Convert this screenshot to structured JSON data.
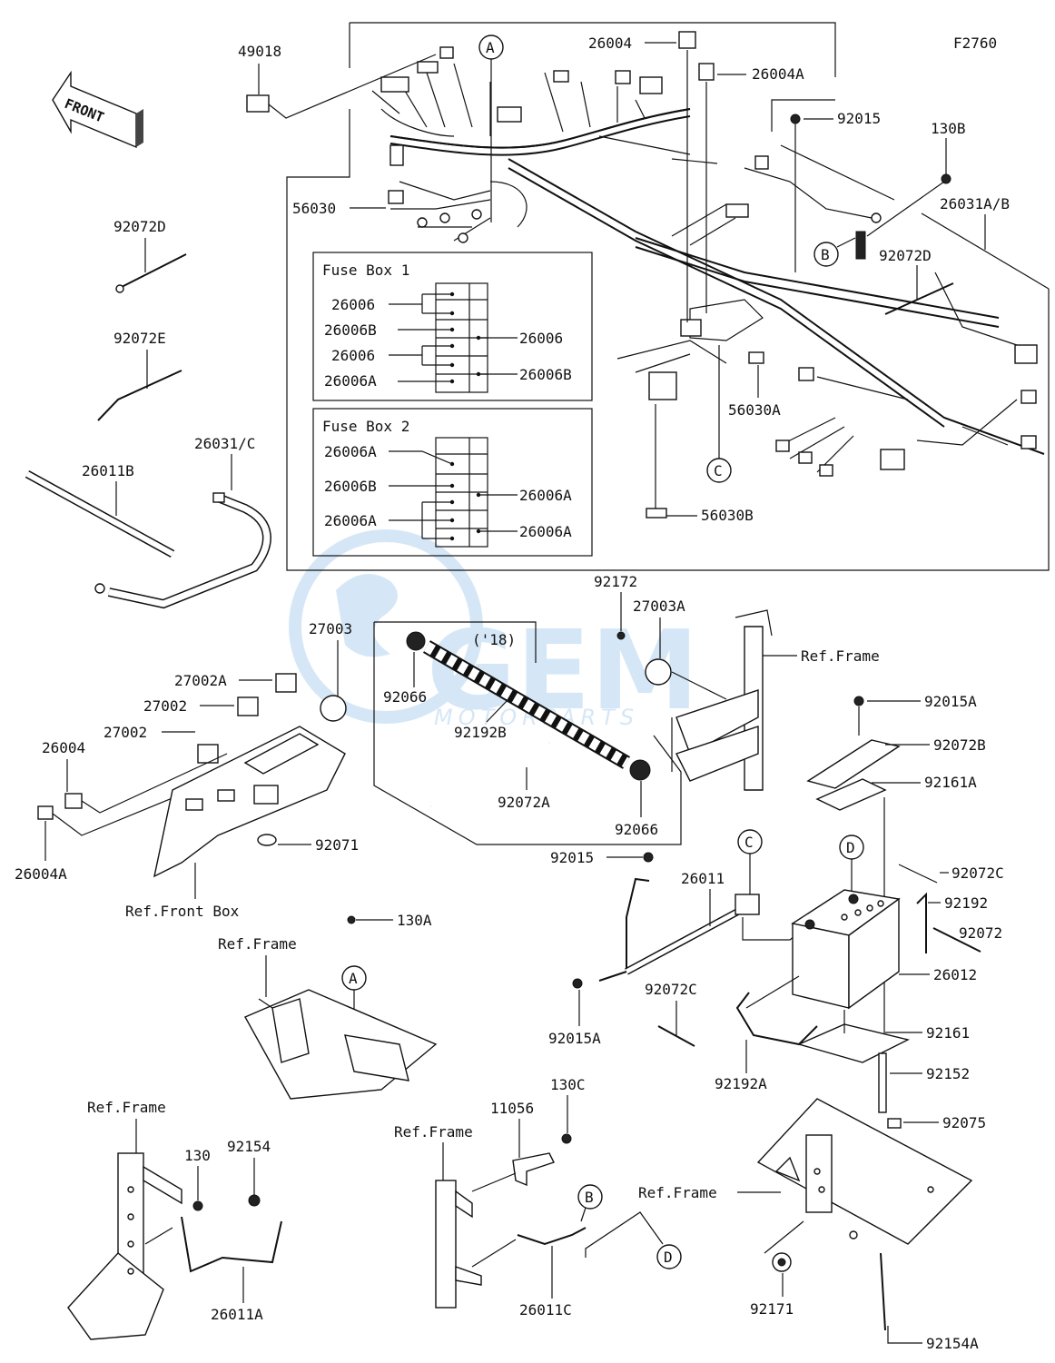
{
  "figure_code": "F2760",
  "front_arrow": "FRONT",
  "year_note": "('18)",
  "watermark": {
    "big": "GEM",
    "small": "MOTORPARTS",
    "color": "#1e7fd0"
  },
  "fuse_box_1": {
    "title": "Fuse Box 1",
    "left": [
      "26006",
      "26006B",
      "26006",
      "26006A"
    ],
    "right": [
      "26006",
      "26006B"
    ]
  },
  "fuse_box_2": {
    "title": "Fuse Box 2",
    "left": [
      "26006A",
      "26006B",
      "26006A"
    ],
    "right": [
      "26006A",
      "26006A"
    ]
  },
  "callouts": [
    "A",
    "B",
    "C",
    "D"
  ],
  "labels": {
    "p49018": "49018",
    "p26004_top": "26004",
    "p26004A_top": "26004A",
    "p92015": "92015",
    "p130B": "130B",
    "p26031AB": "26031A/B",
    "p56030": "56030",
    "p92072D_left": "92072D",
    "p92072D_right": "92072D",
    "p92072E": "92072E",
    "p56030A": "56030A",
    "p56030B": "56030B",
    "p26031C": "26031/C",
    "p26011B": "26011B",
    "p92172": "92172",
    "p27003A": "27003A",
    "p27003": "27003",
    "p27002A": "27002A",
    "p27002_1": "27002",
    "p27002_2": "27002",
    "p26004_left": "26004",
    "p26004A_left": "26004A",
    "p92066_a": "92066",
    "p92192B": "92192B",
    "p92072A": "92072A",
    "p92066_b": "92066",
    "p92071": "92071",
    "ref_front_box": "Ref.Front Box",
    "ref_frame_1": "Ref.Frame",
    "ref_frame_2": "Ref.Frame",
    "ref_frame_3": "Ref.Frame",
    "ref_frame_4": "Ref.Frame",
    "ref_frame_5": "Ref.Frame",
    "p92015A_r": "92015A",
    "p92072B": "92072B",
    "p92161A": "92161A",
    "p92015_mid": "92015",
    "p26011": "26011",
    "p92072C_r": "92072C",
    "p92192": "92192",
    "p92072": "92072",
    "p26012": "26012",
    "p92072C_mid": "92072C",
    "p92015A_mid": "92015A",
    "p92192A": "92192A",
    "p92161": "92161",
    "p92152": "92152",
    "p92075": "92075",
    "p130A": "130A",
    "p130C": "130C",
    "p11056": "11056",
    "p130": "130",
    "p92154": "92154",
    "p26011A": "26011A",
    "p26011C": "26011C",
    "p92171": "92171",
    "p92154A": "92154A"
  }
}
